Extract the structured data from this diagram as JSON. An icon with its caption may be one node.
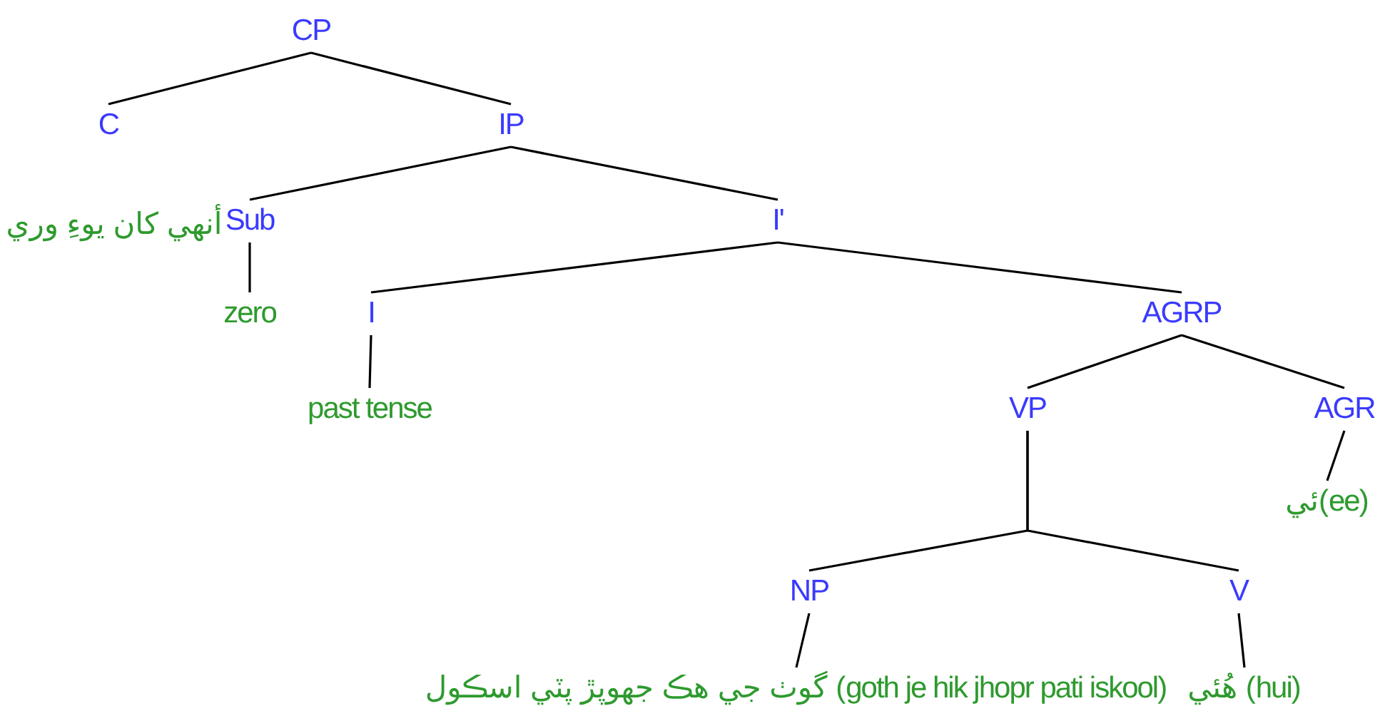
{
  "diagram": {
    "nodes": [
      {
        "text": [
          "CP"
        ]
      },
      {
        "text": [
          "C"
        ]
      },
      {
        "text": [
          "IP"
        ]
      },
      {
        "text": [
          "أنهي كان يوءِ وري"
        ]
      },
      {
        "text": [
          "Sub"
        ]
      },
      {
        "text": [
          "I'"
        ]
      },
      {
        "text": [
          "zero"
        ]
      },
      {
        "text": [
          "I"
        ]
      },
      {
        "text": [
          "AGRP"
        ]
      },
      {
        "text": [
          "past tense"
        ]
      },
      {
        "text": [
          "VP"
        ]
      },
      {
        "text": [
          "AGR"
        ]
      },
      {
        "text": [
          "ئي(ee)"
        ]
      },
      {
        "text": [
          "NP"
        ]
      },
      {
        "text": [
          "V"
        ]
      },
      {
        "text": [
          "گوٺ جي هڪ جهوپڙ پٽي اسڪول (goth je hik jhopr pati iskool)"
        ]
      },
      {
        "text": [
          "هُئي (hui)"
        ]
      }
    ],
    "edges": [
      {
        "from": 0,
        "to": 1,
        "arrow": "none"
      },
      {
        "from": 0,
        "to": 2,
        "arrow": "none"
      },
      {
        "from": 2,
        "to": 4,
        "arrow": "none"
      },
      {
        "from": 2,
        "to": 5,
        "arrow": "none"
      },
      {
        "from": 4,
        "to": 6,
        "arrow": "none"
      },
      {
        "from": 5,
        "to": 7,
        "arrow": "none"
      },
      {
        "from": 5,
        "to": 8,
        "arrow": "none"
      },
      {
        "from": 7,
        "to": 9,
        "arrow": "none"
      },
      {
        "from": 8,
        "to": 10,
        "arrow": "none"
      },
      {
        "from": 8,
        "to": 11,
        "arrow": "none"
      },
      {
        "from": 11,
        "to": 12,
        "arrow": "none"
      },
      {
        "from": 10,
        "to": 13,
        "arrow": "none"
      },
      {
        "from": 10,
        "to": 14,
        "arrow": "none"
      },
      {
        "from": 13,
        "to": 15,
        "arrow": "none"
      },
      {
        "from": 14,
        "to": 16,
        "arrow": "none"
      }
    ]
  }
}
